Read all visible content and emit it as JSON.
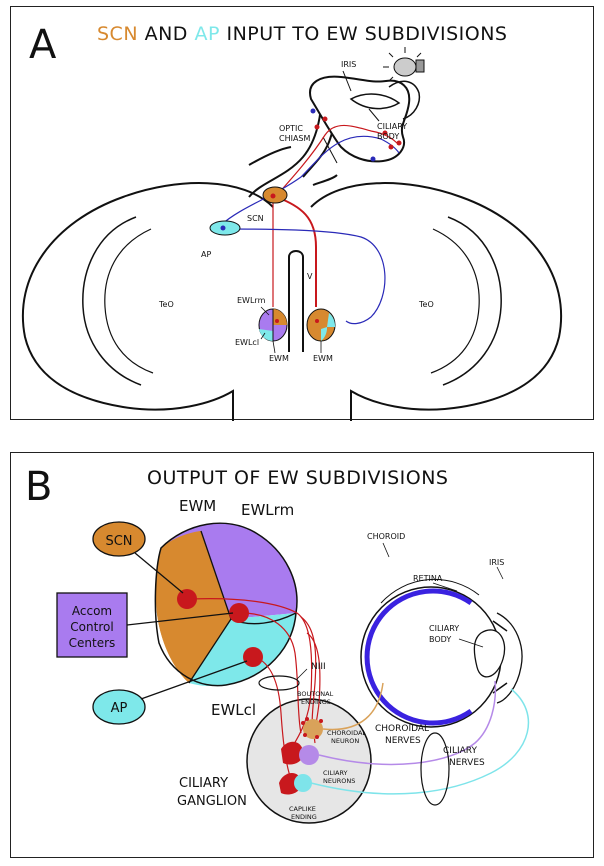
{
  "colors": {
    "scn": "#d7892f",
    "ap": "#7ee8ea",
    "ewlrm": "#a97bef",
    "red": "#c8181d",
    "blue": "#2a2ab8",
    "retina": "#3a22e0",
    "ganglion": "#e6e6e6",
    "orange_nerve": "#d9a25a",
    "purple_nerve": "#b58ae8",
    "cyan_nerve": "#7ee4ea"
  },
  "panel_a": {
    "letter": "A",
    "title": {
      "part1": "SCN",
      "part2": " AND ",
      "part3": "AP",
      "part4": " INPUT TO EW SUBDIVISIONS"
    },
    "labels": {
      "iris": "IRIS",
      "ciliary_body_1": "CILIARY",
      "ciliary_body_2": "BODY",
      "optic_1": "OPTIC",
      "optic_2": "CHIASM",
      "scn": "SCN",
      "ap": "AP",
      "teo_left": "TeO",
      "teo_right": "TeO",
      "v": "V",
      "ewlrm": "EWLrm",
      "ewlcl": "EWLcl",
      "ewm_left": "EWM",
      "ewm_right": "EWM"
    }
  },
  "panel_b": {
    "letter": "B",
    "title": "OUTPUT OF EW SUBDIVISIONS",
    "labels": {
      "scn": "SCN",
      "accom_1": "Accom",
      "accom_2": "Control",
      "accom_3": "Centers",
      "ap": "AP",
      "ewm": "EWM",
      "ewlrm": "EWLrm",
      "ewlcl": "EWLcl",
      "niii": "NIII",
      "choroid": "CHOROID",
      "retina": "RETINA",
      "iris": "IRIS",
      "ciliary_body_1": "CILIARY",
      "ciliary_body_2": "BODY",
      "boutonal_1": "BOUTONAL",
      "boutonal_2": "ENDINGS",
      "choroidal_neuron_1": "CHOROIDAL",
      "choroidal_neuron_2": "NEURON",
      "ciliary_neurons_1": "CILIARY",
      "ciliary_neurons_2": "NEURONS",
      "caplike_1": "CAPLIKE",
      "caplike_2": "ENDING",
      "choroidal_nerves_1": "CHOROIDAL",
      "choroidal_nerves_2": "NERVES",
      "ciliary_nerves_1": "CILIARY",
      "ciliary_nerves_2": "NERVES",
      "ganglion_1": "CILIARY",
      "ganglion_2": "GANGLION"
    }
  }
}
